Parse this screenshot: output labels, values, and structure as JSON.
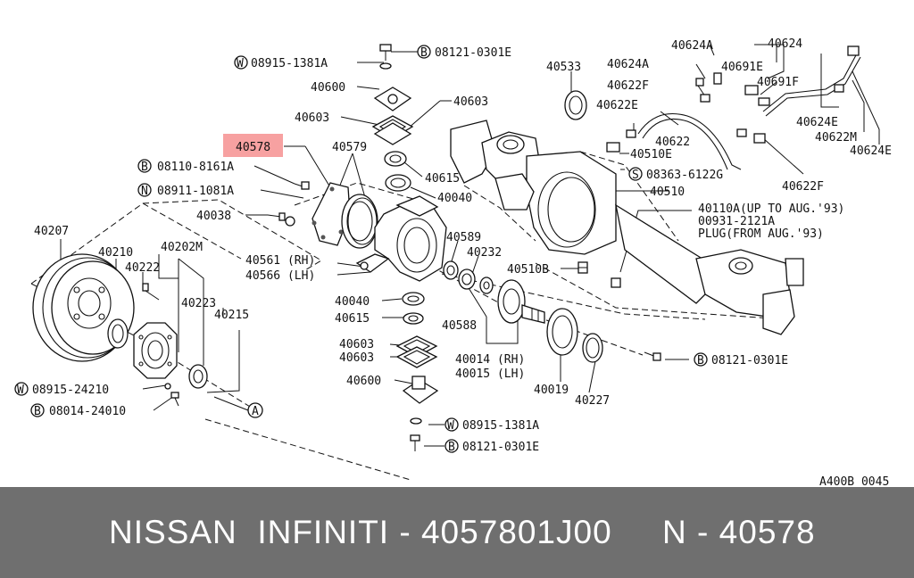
{
  "diagram": {
    "figure_code": "A400B 0045",
    "highlighted_label": "40578",
    "labels": {
      "b_08121_0301e_top": "08121-0301E",
      "w_08915_1381a_top": "08915-1381A",
      "p40600_top": "40600",
      "p40603_top_r": "40603",
      "p40603_top_l": "40603",
      "p40578": "40578",
      "p40579": "40579",
      "b_08110_8161a": "08110-8161A",
      "n_08911_1081a": "08911-1081A",
      "p40038": "40038",
      "p40615_top": "40615",
      "p40040_top": "40040",
      "p40207": "40207",
      "p40210": "40210",
      "p40202m": "40202M",
      "p40222": "40222",
      "p40223": "40223",
      "p40215": "40215",
      "p40561": "40561 (RH)",
      "p40566": "40566 (LH)",
      "p40589": "40589",
      "p40232": "40232",
      "p40040_mid": "40040",
      "p40615_mid": "40615",
      "p40588": "40588",
      "p40603_mid1": "40603",
      "p40603_mid2": "40603",
      "p40014": "40014 (RH)",
      "p40015": "40015 (LH)",
      "p40600_bot": "40600",
      "w_08915_24210": "08915-24210",
      "b_08014_24010": "08014-24010",
      "circle_a": "A",
      "w_08915_1381a_bot": "08915-1381A",
      "b_08121_0301e_bot": "08121-0301E",
      "p40019": "40019",
      "p40227": "40227",
      "b_08121_0301e_right": "08121-0301E",
      "p40533": "40533",
      "p40624a_1": "40624A",
      "p40624a_2": "40624A",
      "p40624": "40624",
      "p40691e": "40691E",
      "p40691f": "40691F",
      "p40622f_top": "40622F",
      "p40622e": "40622E",
      "p40624e_1": "40624E",
      "p40622m": "40622M",
      "p40624e_2": "40624E",
      "p40622": "40622",
      "p40510e": "40510E",
      "s_08363_6122g": "08363-6122G",
      "p40622f_bot": "40622F",
      "p40510": "40510",
      "p40110a_1": "40110A(UP TO AUG.'93)",
      "p40110a_2": "00931-2121A",
      "p40110a_3": "PLUG(FROM AUG.'93)",
      "p40510b": "40510B"
    },
    "prefixes": {
      "bolt": "B",
      "washer": "W",
      "nut": "N",
      "screw": "S"
    }
  },
  "footer": {
    "caption": "NISSAN  INFINITI - 4057801J00     N - 40578"
  }
}
